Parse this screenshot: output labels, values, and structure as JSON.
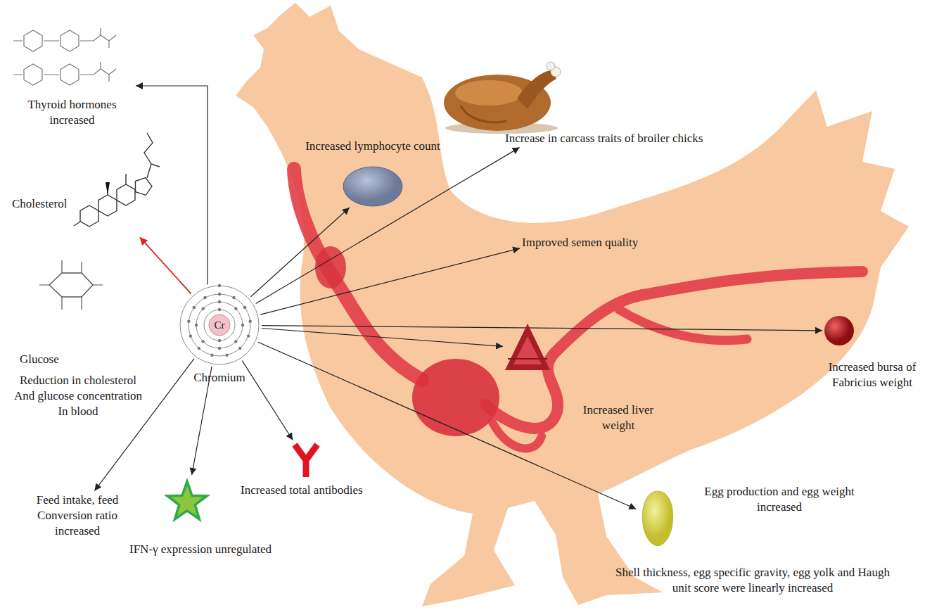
{
  "diagram": {
    "nodes": [
      {
        "text": [
          "Thyroid hormones increased"
        ]
      },
      {
        "text": [
          "Cholesterol"
        ]
      },
      {
        "text": [
          "Increased lymphocyte count"
        ]
      },
      {
        "text": [
          "Increase in carcass traits of broiler chicks"
        ]
      },
      {
        "text": [
          "Improved semen quality"
        ]
      },
      {
        "text": [
          "Glucose"
        ]
      },
      {
        "text": [
          "Cr",
          "Chromium"
        ]
      },
      {
        "text": [
          "Increased liver weight"
        ]
      },
      {
        "text": [
          "Increased bursa of Fabricius weight"
        ]
      },
      {
        "text": [
          "Feed intake, feed Conversion ratio increased"
        ]
      },
      {
        "text": [
          "IFN-γ expression unregulated"
        ]
      },
      {
        "text": [
          "Increased total antibodies"
        ]
      },
      {
        "text": [
          "Egg production and egg weight increased",
          "Shell thickness, egg specific gravity, egg yolk and Haugh unit score were linearly increased"
        ]
      }
    ],
    "edges": [
      {
        "from": 6,
        "to": 0,
        "arrow": "to"
      },
      {
        "from": 6,
        "to": 1,
        "arrow": "to"
      },
      {
        "from": 6,
        "to": 2,
        "arrow": "to"
      },
      {
        "from": 6,
        "to": 3,
        "arrow": "to"
      },
      {
        "from": 6,
        "to": 4,
        "arrow": "to"
      },
      {
        "from": 6,
        "to": 7,
        "arrow": "to"
      },
      {
        "from": 6,
        "to": 8,
        "arrow": "to"
      },
      {
        "from": 6,
        "to": 12,
        "arrow": "to"
      },
      {
        "from": 6,
        "to": 9,
        "arrow": "to"
      },
      {
        "from": 6,
        "to": 10,
        "arrow": "to"
      },
      {
        "from": 6,
        "to": 11,
        "arrow": "to"
      }
    ],
    "labels": [
      "Reduction in cholesterol And glucose concentration In blood"
    ]
  }
}
